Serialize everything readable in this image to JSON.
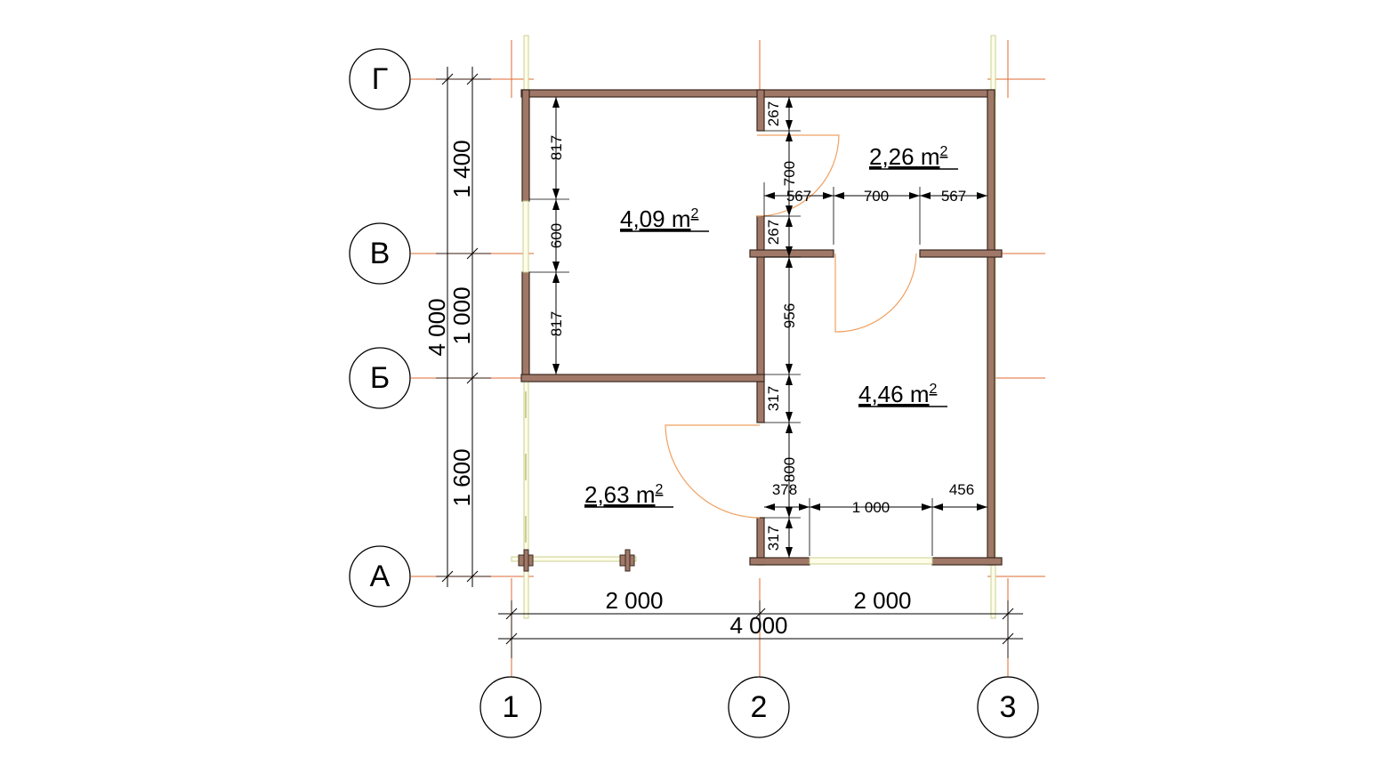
{
  "axes": {
    "rows": [
      "Г",
      "В",
      "Б",
      "А"
    ],
    "columns": [
      "1",
      "2",
      "3"
    ]
  },
  "dimensions": {
    "left_total": "4 000",
    "left_segments": [
      "1 400",
      "1 000",
      "1 600"
    ],
    "bottom_segments": [
      "2 000",
      "2 000"
    ],
    "bottom_total": "4 000",
    "room1_vertical": [
      "817",
      "600",
      "817"
    ],
    "mid_column": [
      "267",
      "700",
      "267",
      "956",
      "317",
      "800",
      "317"
    ],
    "top_right_horizontal": [
      "567",
      "700",
      "567"
    ],
    "bottom_right_horizontal": [
      "378",
      "1 000",
      "456"
    ]
  },
  "rooms": [
    {
      "value": "4,09 m",
      "sup": "2"
    },
    {
      "value": "2,26 m",
      "sup": "2"
    },
    {
      "value": "4,46 m",
      "sup": "2"
    },
    {
      "value": "2,63 m",
      "sup": "2"
    }
  ]
}
